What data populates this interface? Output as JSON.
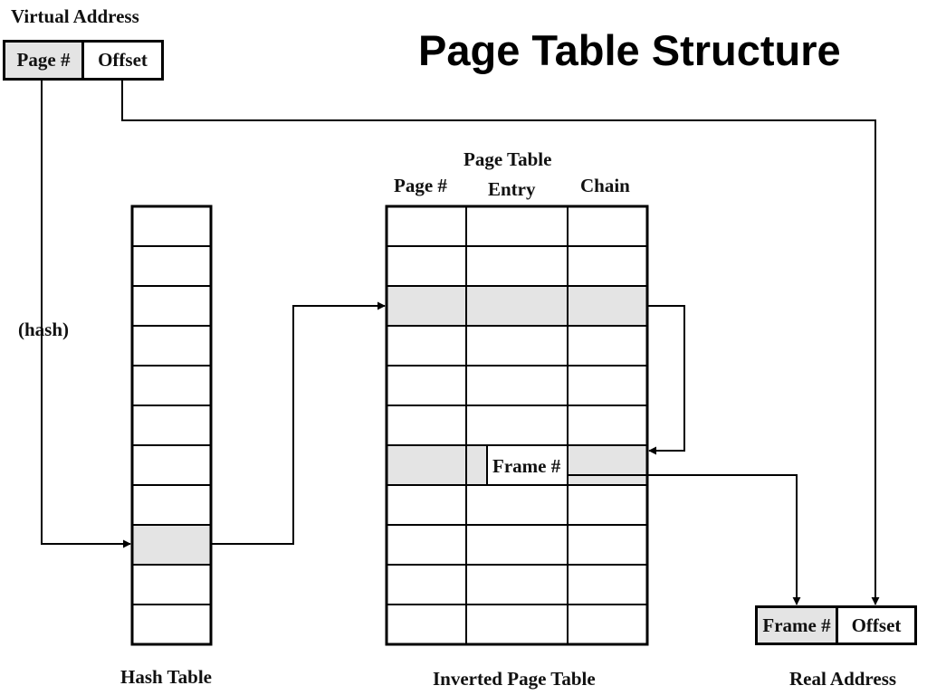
{
  "title": "Page Table Structure",
  "virtual_address": {
    "label": "Virtual Address",
    "page_field": "Page #",
    "offset_field": "Offset"
  },
  "hash_label": "(hash)",
  "hash_table": {
    "label": "Hash Table",
    "rows": 11,
    "highlighted_row": 9
  },
  "inverted_page_table": {
    "label": "Inverted Page Table",
    "col_page": "Page #",
    "col_entry_line1": "Page Table",
    "col_entry_line2": "Entry",
    "col_chain": "Chain",
    "rows": 11,
    "highlighted_rows": [
      3,
      7
    ],
    "frame_label": "Frame #"
  },
  "real_address": {
    "label": "Real Address",
    "frame_field": "Frame #",
    "offset_field": "Offset"
  },
  "colors": {
    "line": "#000000",
    "highlight": "#e4e4e4",
    "background": "#ffffff"
  }
}
